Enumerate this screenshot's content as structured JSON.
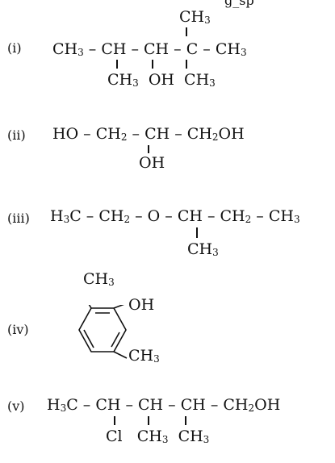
{
  "header_fragment": "g_sp",
  "items": [
    {
      "label": "(i)",
      "lines": {
        "top": "CH3",
        "main": "CH3 – CH – CH – C – CH3",
        "bottom": "CH3  OH  CH3"
      }
    },
    {
      "label": "(ii)",
      "lines": {
        "main": "HO – CH2 – CH – CH2OH",
        "bottom": "OH"
      }
    },
    {
      "label": "(iii)",
      "lines": {
        "main": "H3C – CH2 – O – CH – CH2 – CH3",
        "bottom": "CH3"
      }
    },
    {
      "label": "(iv)",
      "lines": {
        "top": "CH3",
        "right": "OH",
        "bottom": "CH3"
      }
    },
    {
      "label": "(v)",
      "lines": {
        "main": "H3C – CH – CH – CH – CH2OH",
        "bottom": "Cl  CH3  CH3"
      }
    }
  ]
}
